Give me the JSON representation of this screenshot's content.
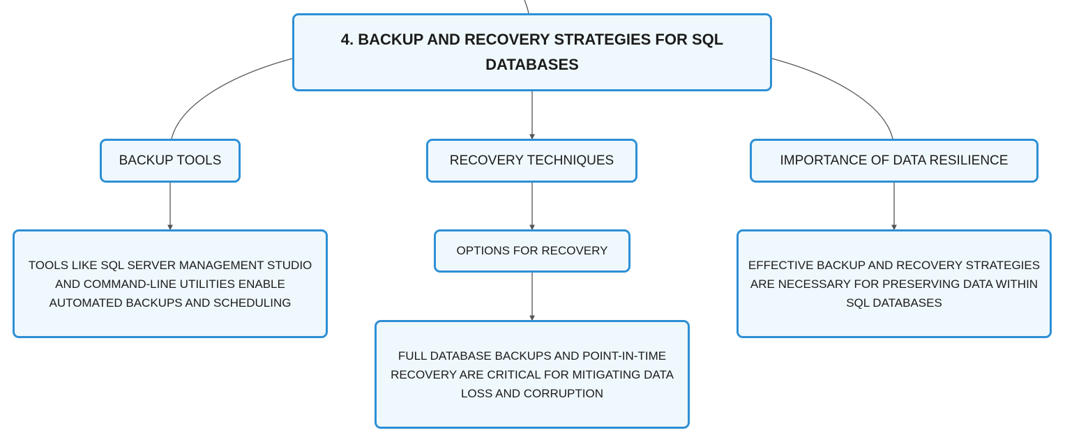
{
  "diagram": {
    "root": {
      "title": "4. BACKUP AND RECOVERY STRATEGIES FOR SQL DATABASES"
    },
    "branches": [
      {
        "label": "BACKUP TOOLS",
        "detail": "TOOLS LIKE SQL SERVER MANAGEMENT STUDIO AND COMMAND-LINE UTILITIES ENABLE AUTOMATED BACKUPS AND SCHEDULING"
      },
      {
        "label": "RECOVERY TECHNIQUES",
        "sub": {
          "label": "OPTIONS FOR RECOVERY",
          "detail": "FULL DATABASE BACKUPS AND POINT-IN-TIME RECOVERY ARE CRITICAL FOR MITIGATING DATA LOSS AND CORRUPTION"
        }
      },
      {
        "label": "IMPORTANCE OF DATA RESILIENCE",
        "detail": "EFFECTIVE BACKUP AND RECOVERY STRATEGIES ARE NECESSARY FOR PRESERVING DATA WITHIN SQL DATABASES"
      }
    ]
  },
  "colors": {
    "node_border": "#2d8fd5",
    "node_fill": "#eff8fd",
    "connector": "#555555",
    "text": "#1b1b1b"
  }
}
